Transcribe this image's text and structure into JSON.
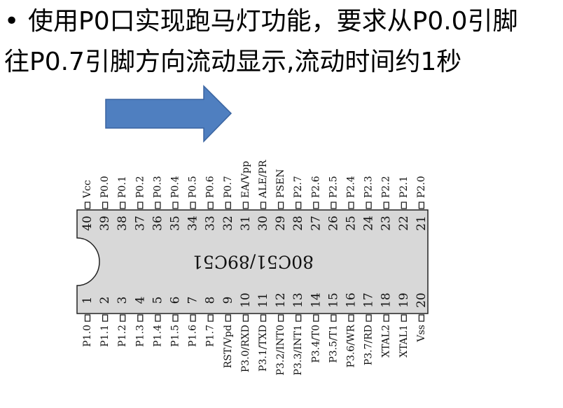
{
  "slide": {
    "bullet": "•",
    "line1": "使用P0口实现跑马灯功能，要求从P0.0引脚",
    "line2": "往P0.7引脚方向流动显示,流动时间约1秒"
  },
  "colors": {
    "arrow_fill": "#4f7fc0",
    "arrow_stroke": "#3a64a0",
    "chip_fill": "#d8d8d8",
    "chip_stroke": "#222222"
  },
  "chip": {
    "name": "80C51/89C51",
    "top_pins": [
      {
        "num": "40",
        "label": "Vcc"
      },
      {
        "num": "39",
        "label": "P0.0"
      },
      {
        "num": "38",
        "label": "P0.1"
      },
      {
        "num": "37",
        "label": "P0.2"
      },
      {
        "num": "36",
        "label": "P0.3"
      },
      {
        "num": "35",
        "label": "P0.4"
      },
      {
        "num": "34",
        "label": "P0.5"
      },
      {
        "num": "33",
        "label": "P0.6"
      },
      {
        "num": "32",
        "label": "P0.7"
      },
      {
        "num": "31",
        "label": "EA/Vpp"
      },
      {
        "num": "30",
        "label": "ALE/PR"
      },
      {
        "num": "29",
        "label": "PSEN"
      },
      {
        "num": "28",
        "label": "P2.7"
      },
      {
        "num": "27",
        "label": "P2.6"
      },
      {
        "num": "26",
        "label": "P2.5"
      },
      {
        "num": "25",
        "label": "P2.4"
      },
      {
        "num": "24",
        "label": "P2.3"
      },
      {
        "num": "23",
        "label": "P2.2"
      },
      {
        "num": "22",
        "label": "P2.1"
      },
      {
        "num": "21",
        "label": "P2.0"
      }
    ],
    "bottom_pins": [
      {
        "num": "1",
        "label": "P1.0"
      },
      {
        "num": "2",
        "label": "P1.1"
      },
      {
        "num": "3",
        "label": "P1.2"
      },
      {
        "num": "4",
        "label": "P1.3"
      },
      {
        "num": "5",
        "label": "P1.4"
      },
      {
        "num": "6",
        "label": "P1.5"
      },
      {
        "num": "7",
        "label": "P1.6"
      },
      {
        "num": "8",
        "label": "P1.7"
      },
      {
        "num": "9",
        "label": "RST/Vpd"
      },
      {
        "num": "10",
        "label": "P3.0/RXD"
      },
      {
        "num": "11",
        "label": "P3.1/TXD"
      },
      {
        "num": "12",
        "label": "P3.2/INT0"
      },
      {
        "num": "13",
        "label": "P3.3/INT1"
      },
      {
        "num": "14",
        "label": "P3.4/T0"
      },
      {
        "num": "15",
        "label": "P3.5/T1"
      },
      {
        "num": "16",
        "label": "P3.6/WR"
      },
      {
        "num": "17",
        "label": "P3.7/RD"
      },
      {
        "num": "18",
        "label": "XTAL2"
      },
      {
        "num": "19",
        "label": "XTAL1"
      },
      {
        "num": "20",
        "label": "Vss"
      }
    ]
  }
}
